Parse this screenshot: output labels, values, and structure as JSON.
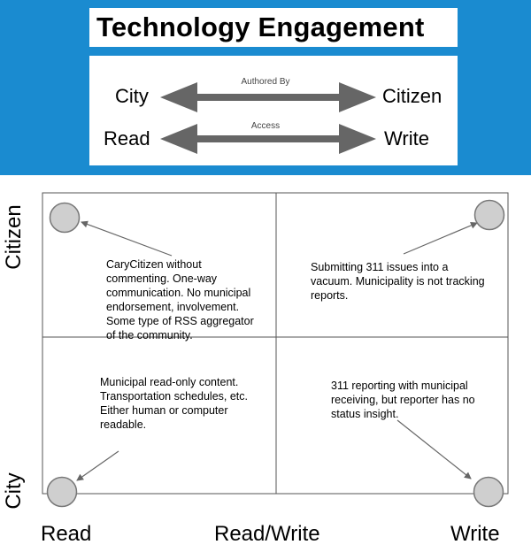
{
  "title": "Technology Engagement",
  "legend": {
    "authored_by": {
      "left": "City",
      "right": "Citizen",
      "caption": "Authored By"
    },
    "access": {
      "left": "Read",
      "right": "Write",
      "caption": "Access"
    }
  },
  "axes": {
    "y_top": "Citizen",
    "y_bottom": "City",
    "x_left": "Read",
    "x_middle": "Read/Write",
    "x_right": "Write"
  },
  "notes": {
    "top_left": [
      "CaryCitizen without",
      "commenting. One-way",
      "communication. No municipal",
      "endorsement, involvement.",
      "Some type of RSS aggregator",
      "of the community."
    ],
    "top_right": [
      "Submitting 311 issues into a",
      "vacuum. Municipality is not tracking",
      "reports."
    ],
    "bottom_left": [
      "Municipal read-only content.",
      "Transportation schedules, etc.",
      "Either human or computer",
      "readable."
    ],
    "bottom_right": [
      "311 reporting with municipal",
      "receiving, but reporter has no",
      "status insight."
    ]
  },
  "colors": {
    "banner": "#1a8bd0",
    "arrow": "#666666",
    "node_fill": "#cfcfcf",
    "node_stroke": "#777777"
  }
}
